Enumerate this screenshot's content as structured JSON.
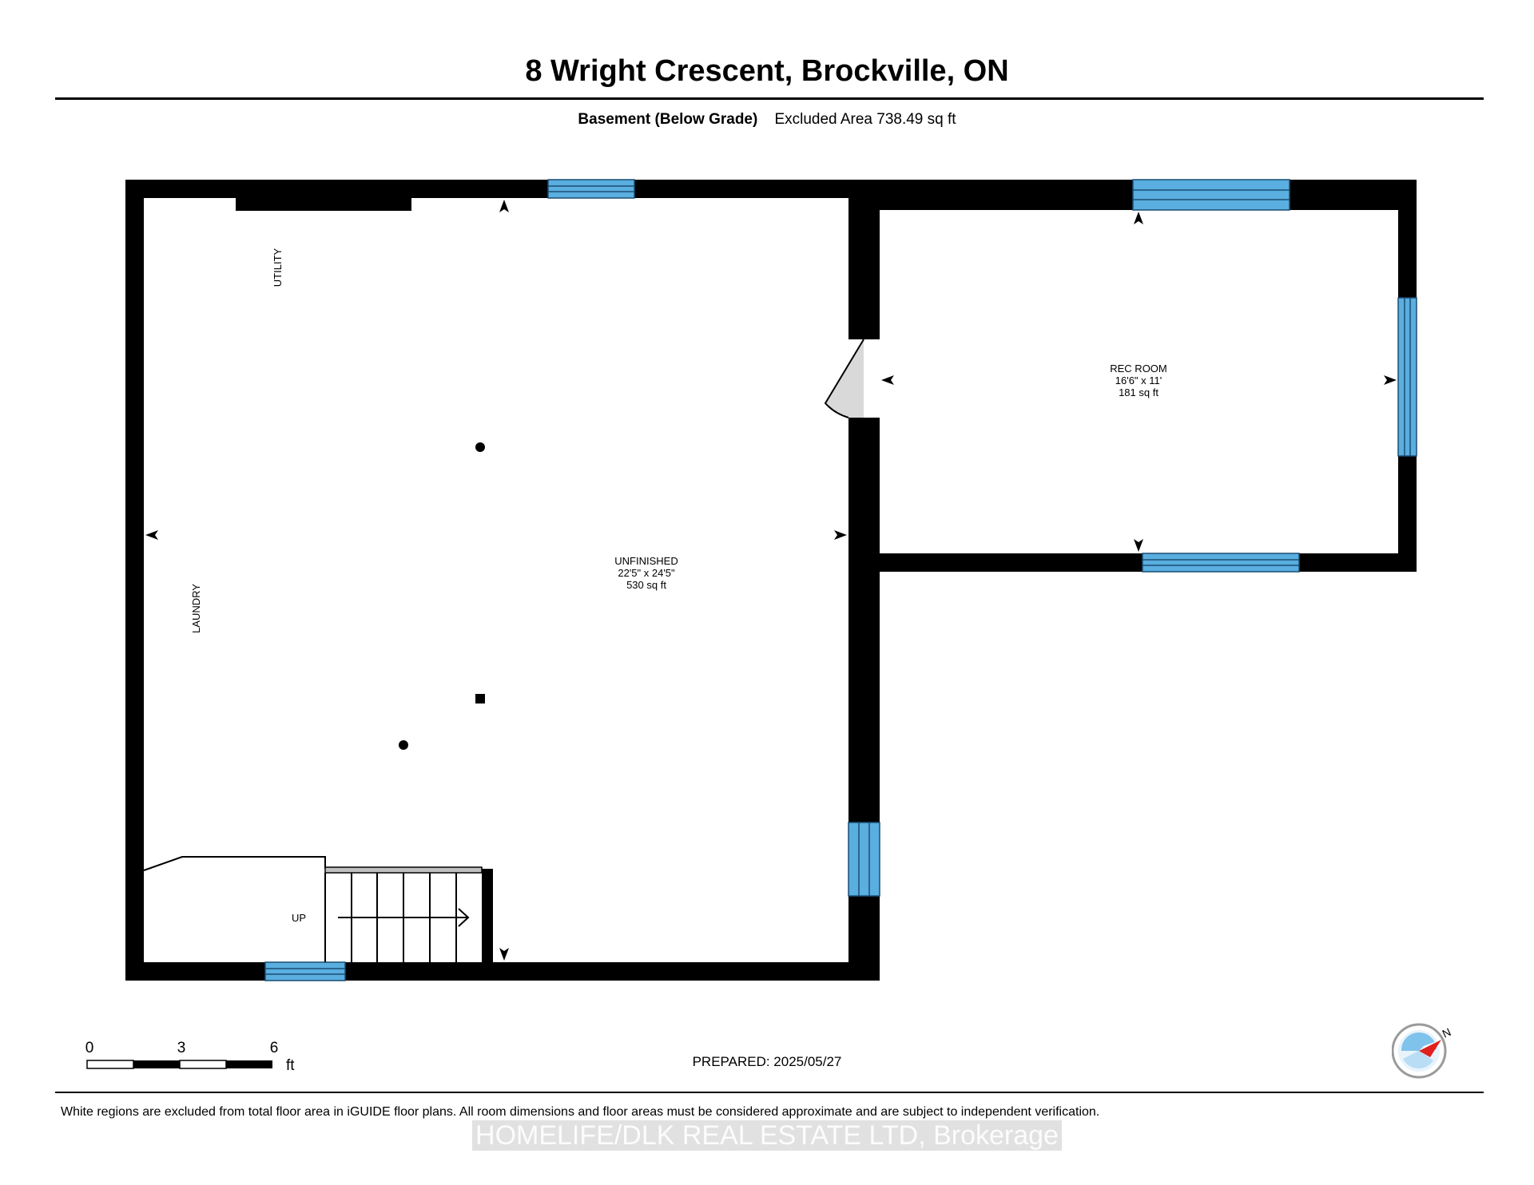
{
  "header": {
    "title": "8 Wright Crescent, Brockville, ON",
    "level": "Basement (Below Grade)",
    "excluded_area": "Excluded Area 738.49 sq ft"
  },
  "rooms": {
    "utility": "UTILITY",
    "laundry": "LAUNDRY",
    "unfinished": {
      "name": "UNFINISHED",
      "dimensions": "22'5\" x 24'5\"",
      "area": "530 sq ft"
    },
    "rec_room": {
      "name": "REC ROOM",
      "dimensions": "16'6\" x 11'",
      "area": "181 sq ft"
    },
    "stairs": "UP"
  },
  "scale_bar": {
    "ticks": [
      "0",
      "3",
      "6"
    ],
    "unit": "ft"
  },
  "footer": {
    "prepared": "PREPARED: 2025/05/27",
    "disclaimer": "White regions are excluded from total floor area in iGUIDE floor plans. All room dimensions and floor areas must be considered approximate and are subject to independent verification.",
    "watermark": "HOMELIFE/DLK REAL ESTATE LTD, Brokerage"
  },
  "compass": {
    "label": "N"
  },
  "colors": {
    "wall": "#000000",
    "window": "#5aaee0",
    "door_swing": "#d9d9d9",
    "compass_arrow": "#e0201c"
  }
}
